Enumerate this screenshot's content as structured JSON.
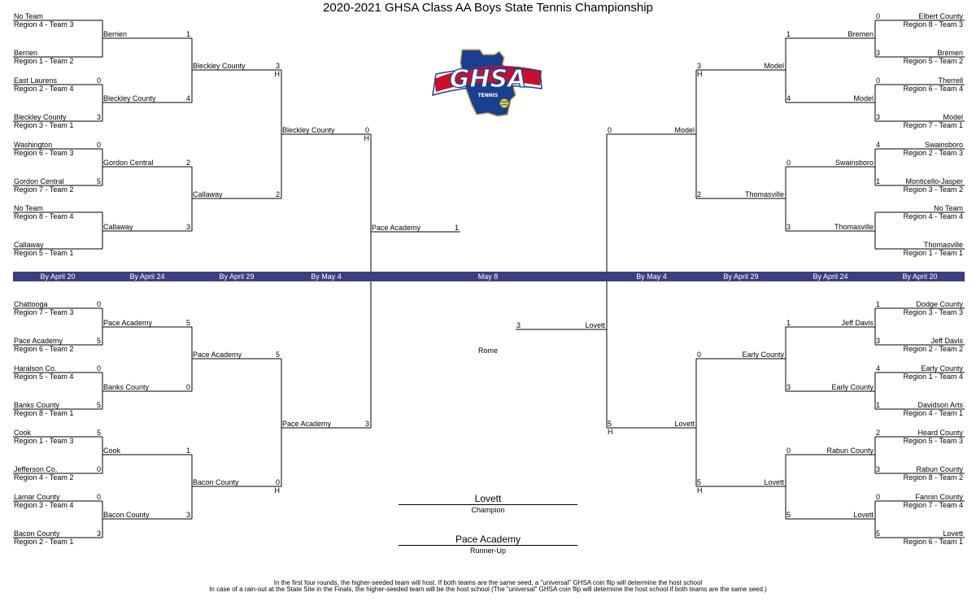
{
  "title": "2020-2021 GHSA Class AA Boys State Tennis Championship",
  "logo": {
    "text": "GHSA",
    "subtext": "TENNIS"
  },
  "rounds": {
    "left": [
      "By April 20",
      "By April 24",
      "By April 29",
      "By May 4"
    ],
    "center": "May 8",
    "right": [
      "By May 4",
      "By April 29",
      "By April 24",
      "By April 20"
    ]
  },
  "left_r1": [
    {
      "team": "No Team",
      "seed": "Region 4 - Team 3",
      "score": ""
    },
    {
      "team": "Berrien",
      "seed": "Region 1 - Team 2",
      "score": ""
    },
    {
      "team": "East Laurens",
      "seed": "Region 2 - Team 4",
      "score": "0"
    },
    {
      "team": "Bleckley County",
      "seed": "Region 3 - Team 1",
      "score": "3"
    },
    {
      "team": "Washington",
      "seed": "Region 6 - Team 3",
      "score": "0"
    },
    {
      "team": "Gordon Central",
      "seed": "Region 7 - Team 2",
      "score": "5"
    },
    {
      "team": "No Team",
      "seed": "Region 8 - Team 4",
      "score": ""
    },
    {
      "team": "Callaway",
      "seed": "Region 5 - Team 1",
      "score": ""
    },
    {
      "team": "Chattooga",
      "seed": "Region 7 - Team 3",
      "score": "0"
    },
    {
      "team": "Pace Academy",
      "seed": "Region 6 - Team 2",
      "score": "5"
    },
    {
      "team": "Haralson Co.",
      "seed": "Region 5 - Team 4",
      "score": "0"
    },
    {
      "team": "Banks County",
      "seed": "Region 8 - Team 1",
      "score": "5"
    },
    {
      "team": "Cook",
      "seed": "Region 1 - Team 3",
      "score": "5"
    },
    {
      "team": "Jefferson Co.",
      "seed": "Region 4 - Team 2",
      "score": "0"
    },
    {
      "team": "Lamar County",
      "seed": "Region 3 - Team 4",
      "score": "0"
    },
    {
      "team": "Bacon County",
      "seed": "Region 2 - Team 1",
      "score": "3"
    }
  ],
  "left_r2": [
    {
      "team": "Berrien",
      "score": "1",
      "host": ""
    },
    {
      "team": "Bleckley County",
      "score": "4",
      "host": ""
    },
    {
      "team": "Gordon Central",
      "score": "2",
      "host": ""
    },
    {
      "team": "Callaway",
      "score": "3",
      "host": ""
    },
    {
      "team": "Pace Academy",
      "score": "5",
      "host": ""
    },
    {
      "team": "Banks County",
      "score": "0",
      "host": ""
    },
    {
      "team": "Cook",
      "score": "1",
      "host": ""
    },
    {
      "team": "Bacon County",
      "score": "3",
      "host": ""
    }
  ],
  "left_r3": [
    {
      "team": "Bleckley County",
      "score": "3",
      "host": "H"
    },
    {
      "team": "Callaway",
      "score": "2",
      "host": ""
    },
    {
      "team": "Pace Academy",
      "score": "5",
      "host": ""
    },
    {
      "team": "Bacon County",
      "score": "0",
      "host": "H"
    }
  ],
  "left_r4": [
    {
      "team": "Bleckley County",
      "score": "0",
      "host": "H"
    },
    {
      "team": "Pace Academy",
      "score": "3",
      "host": ""
    }
  ],
  "final": [
    {
      "team": "Pace Academy",
      "score": "1"
    },
    {
      "team": "Lovett",
      "score": "3"
    }
  ],
  "venue": "Rome",
  "right_r1": [
    {
      "team": "Elbert County",
      "seed": "Region 8 - Team 3",
      "score": "0"
    },
    {
      "team": "Bremen",
      "seed": "Region 5 - Team 2",
      "score": "3"
    },
    {
      "team": "Therrell",
      "seed": "Region  6 - Team 4",
      "score": "0"
    },
    {
      "team": "Model",
      "seed": "Region 7 - Team 1",
      "score": "3"
    },
    {
      "team": "Swainsboro",
      "seed": "Region 2 - Team 3",
      "score": "4"
    },
    {
      "team": "Monticello-Jasper",
      "seed": "Region 3 - Team 2",
      "score": "1"
    },
    {
      "team": "No Team",
      "seed": "Region 4 - Team 4",
      "score": ""
    },
    {
      "team": "Thomasville",
      "seed": "Region 1 - Team 1",
      "score": ""
    },
    {
      "team": "Dodge County",
      "seed": "Region 3 - Team 3",
      "score": "1"
    },
    {
      "team": "Jeff Davis",
      "seed": "Region 2 - Team 2",
      "score": "3"
    },
    {
      "team": "Early County",
      "seed": "Region 1 - Team 4",
      "score": "4"
    },
    {
      "team": "Davidson Arts",
      "seed": "Region 4 - Team 1",
      "score": "1"
    },
    {
      "team": "Heard County",
      "seed": "Region 5 - Team 3",
      "score": "2"
    },
    {
      "team": "Rabun County",
      "seed": "Region 8 - Team 2",
      "score": "3"
    },
    {
      "team": "Fannin County",
      "seed": "Region 7 - Team 4",
      "score": "0"
    },
    {
      "team": "Lovett",
      "seed": "Region 6 - Team 1",
      "score": "5"
    }
  ],
  "right_r2": [
    {
      "team": "Bremen",
      "score": "1",
      "host": ""
    },
    {
      "team": "Model",
      "score": "4",
      "host": ""
    },
    {
      "team": "Swainsboro",
      "score": "0",
      "host": ""
    },
    {
      "team": "Thomasville",
      "score": "3",
      "host": ""
    },
    {
      "team": "Jeff Davis",
      "score": "1",
      "host": ""
    },
    {
      "team": "Early County",
      "score": "3",
      "host": ""
    },
    {
      "team": "Rabun County",
      "score": "0",
      "host": ""
    },
    {
      "team": "Lovett",
      "score": "5",
      "host": ""
    }
  ],
  "right_r3": [
    {
      "team": "Model",
      "score": "3",
      "host": "H"
    },
    {
      "team": "Thomasville",
      "score": "2",
      "host": ""
    },
    {
      "team": "Early County",
      "score": "0",
      "host": ""
    },
    {
      "team": "Lovett",
      "score": "5",
      "host": "H"
    }
  ],
  "right_r4": [
    {
      "team": "Model",
      "score": "0",
      "host": ""
    },
    {
      "team": "Lovett",
      "score": "5",
      "host": "H"
    }
  ],
  "champion": {
    "team": "Lovett",
    "label": "Champion"
  },
  "runner_up": {
    "team": "Pace Academy",
    "label": "Runner-Up"
  },
  "notes": [
    "In the first four rounds, the higher-seeded team will host.  If both teams are the same seed, a \"universal\" GHSA coin flip will determine the host school",
    "In case of a rain-out at the State Site in the Finals, the higher-seeded team will be the host school (The \"universal\" GHSA coin flip will determine the host school if both teams are the same seed.)"
  ],
  "colors": {
    "band": "#3b3f80",
    "logo_blue": "#1b3f8f",
    "logo_red": "#c8102e",
    "logo_gold": "#d8b15a"
  }
}
